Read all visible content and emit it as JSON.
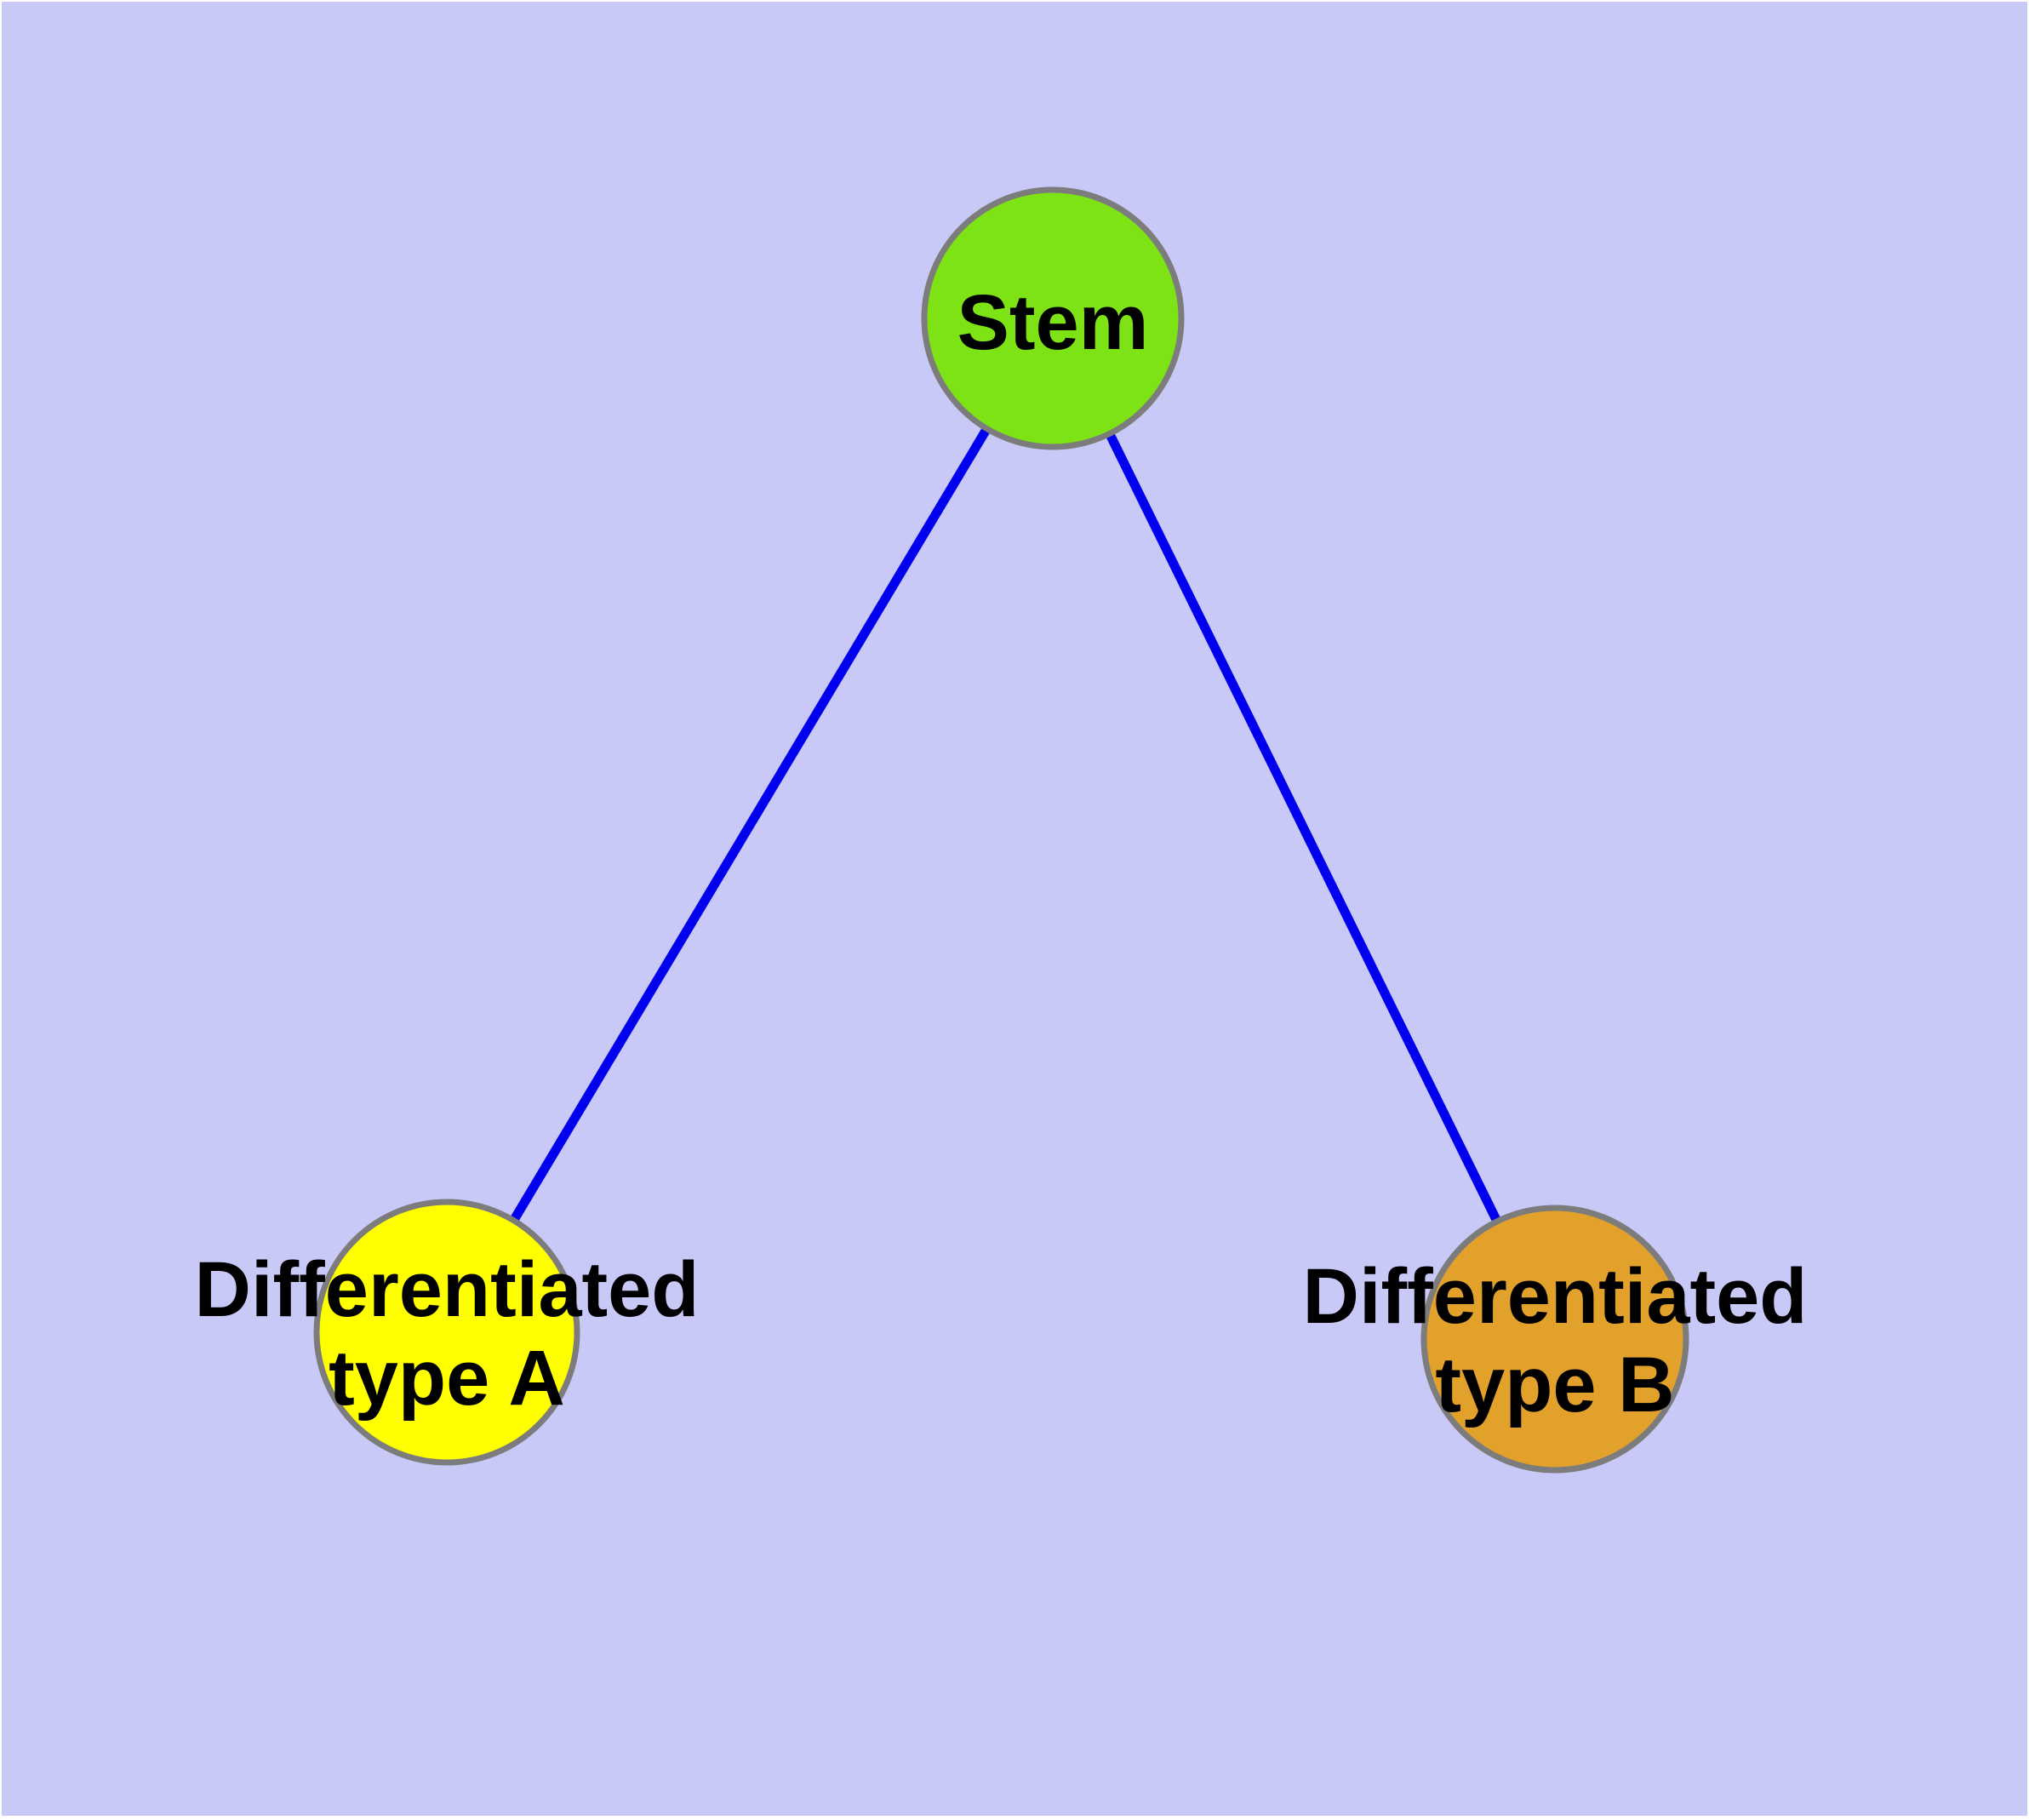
{
  "diagram": {
    "canvas_color": "#c9c9f8",
    "page_margin_color": "#ffffff",
    "edge_color": "#0000ee",
    "node_border_color": "#7c7c7c",
    "label_color": "#000000",
    "nodes": [
      {
        "id": "stem",
        "label": "Stem",
        "lines": [
          "Stem"
        ],
        "fill": "#7de315"
      },
      {
        "id": "differentiated-type-a",
        "label": "Differentiated type A",
        "lines": [
          "Differentiated",
          "type A"
        ],
        "fill": "#ffff00"
      },
      {
        "id": "differentiated-type-b",
        "label": "Differentiated type B",
        "lines": [
          "Differentiated",
          "type B"
        ],
        "fill": "#e2a12b"
      }
    ],
    "edges": [
      {
        "from": "stem",
        "to": "differentiated-type-a"
      },
      {
        "from": "stem",
        "to": "differentiated-type-b"
      }
    ]
  }
}
